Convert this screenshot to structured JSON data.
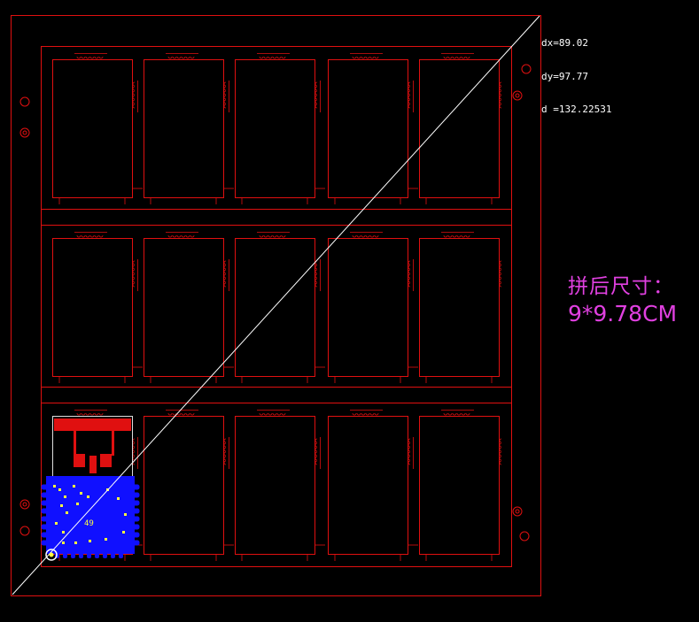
{
  "measure": {
    "dx": "dx=89.02",
    "dy": "dy=97.77",
    "d": "d =132.22531"
  },
  "annotation": {
    "label": "拼后尺寸：",
    "size": "9*9.78CM"
  },
  "module_text": "49",
  "colors": {
    "background": "#000000",
    "outline": "#e01010",
    "copper_fill": "#e01010",
    "board": "#1010ff",
    "measure_line": "#ffffff",
    "annotation": "#e040e0",
    "silkscreen": "#ffff40"
  },
  "panel": {
    "rows": 3,
    "cols": 5
  }
}
